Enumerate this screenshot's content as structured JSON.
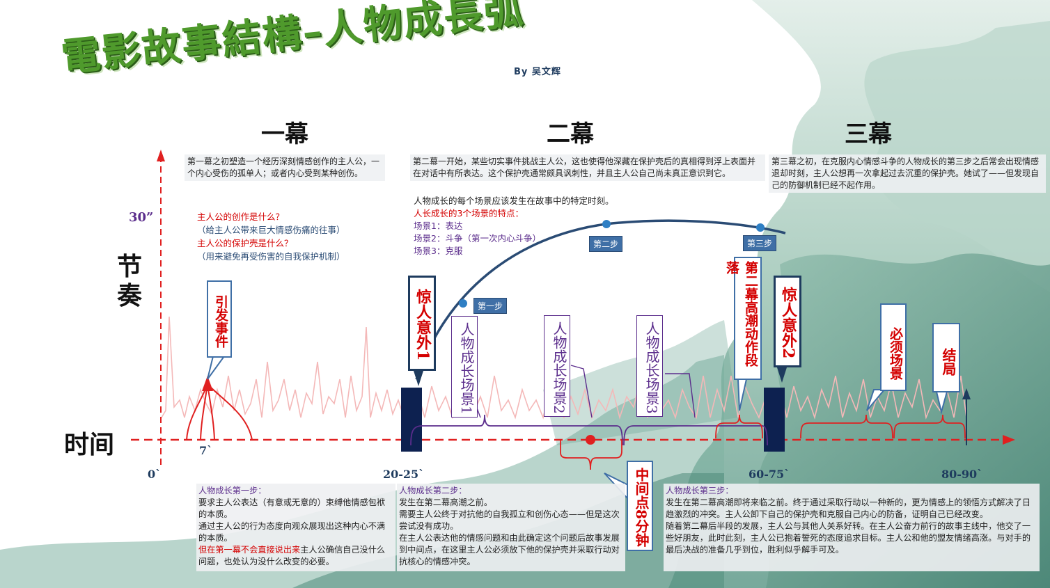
{
  "title": "電影故事結構–人物成長弧",
  "byline": "By 吴文辉",
  "acts": [
    "一幕",
    "二幕",
    "三幕"
  ],
  "act_desc": [
    "第一幕之初塑造一个经历深刻情感创作的主人公，一个内心受伤的孤单人；或者内心受到某种创伤。",
    "第二幕一开始，某些切实事件挑战主人公，这也使得他深藏在保护壳后的真相得到浮上表面并在对话中有所表达。这个保护壳通常颇具讽刺性，并且主人公自己尚未真正意识到它。",
    "第三幕之初，在克服内心情感斗争的人物成长的第三步之后常会出现情感退却时刻，主人公想再一次拿起过去沉重的保护壳。她试了——但发现自己的防御机制已经不起作用。"
  ],
  "questions": {
    "q1": "主人公的创作是什么？",
    "a1": "（给主人公带来巨大情感伤痛的往事）",
    "q2": "主人公的保护壳是什么？",
    "a2": "（用来避免再受伤害的自我保护机制）"
  },
  "scenes": {
    "intro": "人物成长的每个场景应该发生在故事中的特定时刻。",
    "heading": "人长成长的3个场景的特点：",
    "items": [
      "场景1：表达",
      "场景2：斗争（第一次内心斗争）",
      "场景3：克服"
    ]
  },
  "axis": {
    "y_label": "节奏",
    "y_value": "30”",
    "x_label": "时间",
    "ticks": [
      "0`",
      "7`",
      "20-25`",
      "60-75`",
      "80-90`"
    ]
  },
  "markers": {
    "inciting": "引发事件",
    "surprise1": "惊人意外1",
    "surprise2": "惊人意外2",
    "scene1": "人物成长场景1",
    "scene2": "人物成长场景2",
    "scene3": "人物成长场景3",
    "climax": "第二幕高潮动作段落",
    "must": "必须场景",
    "ending": "结局",
    "midpoint": "中间点8分钟"
  },
  "steps": [
    "第一步",
    "第二步",
    "第三步"
  ],
  "bottom": {
    "step1_title": "人物成长第一步：",
    "step1_a": "要求主人公表达（有意或无意的）束缚他情感包袱的本质。",
    "step1_b": "通过主人公的行为态度向观众展现出这种内心不满的本质。",
    "step1_red": "但在第一幕不会直接说出来",
    "step1_c": "主人公确信自己没什么问题，也处认为没什么改变的必要。",
    "step2_title": "人物成长第二步：",
    "step2_a": "发生在第二幕高潮之前。",
    "step2_b": "需要主人公终于对抗他的自我孤立和创伤心态——但是这次尝试没有成功。",
    "step2_c": "在主人公表达他的情感问题和由此确定这个问题后故事发展到中间点，在这里主人公必须放下他的保护壳并采取行动对抗核心的情感冲突。",
    "step3_title": "人物成长第三步：",
    "step3_a": "发生在第二幕高潮即将来临之前。终于通过采取行动以一种新的，更为情感上的领悟方式解决了日趋激烈的冲突。主人公卸下自己的保护壳和克服自己内心的防备，证明自己已经改变。",
    "step3_b": "随着第二幕后半段的发展，主人公与其他人关系好转。在主人公奋力前行的故事主线中，他交了一些好朋友，此时此刻，主人公已抱着誓死的态度追求目标。主人公和他的盟友情绪高涨。与对手的最后决战的准备几乎到位，胜利似乎解手可及。"
  },
  "colors": {
    "axis": "#e02020",
    "arc": "#2a4b74",
    "bar": "#0d2150",
    "purple": "#5b2d8c",
    "teal": "#5f9a8a"
  }
}
